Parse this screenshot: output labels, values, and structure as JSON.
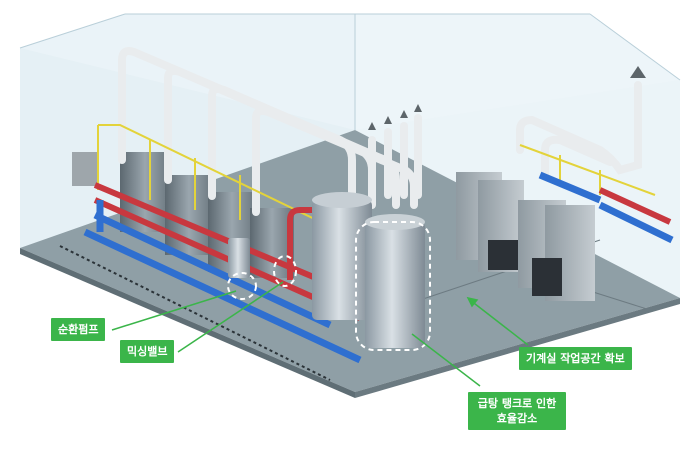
{
  "callouts": {
    "circulation_pump": "순환펌프",
    "mixing_valve": "믹싱밸브",
    "workspace": "기계실 작업공간 확보",
    "tank_line1": "급탕 탱크로 인한",
    "tank_line2": "효율감소"
  },
  "colors": {
    "callout_green": "#3bb54a",
    "hot_pipe": "#c8383f",
    "cold_pipe": "#2f6fd0",
    "gas_pipe": "#e3d33a",
    "floor": "#8d9da3",
    "glass": "#d7e8f0"
  }
}
